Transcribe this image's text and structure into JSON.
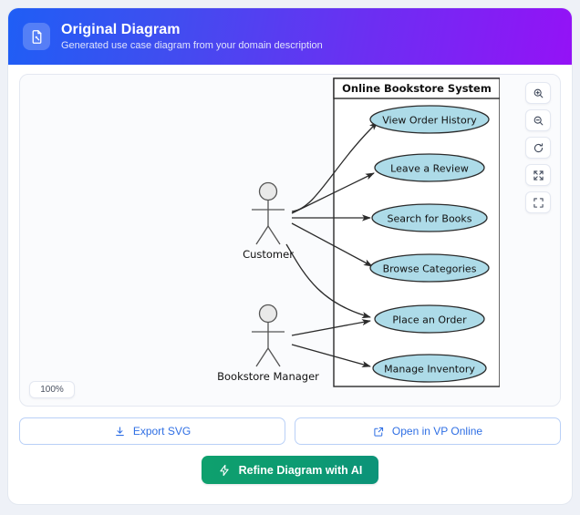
{
  "header": {
    "title": "Original Diagram",
    "subtitle": "Generated use case diagram from your domain description",
    "icon": "document-diagram-icon",
    "gradient_from": "#1f5ef5",
    "gradient_to": "#9412f6"
  },
  "canvas": {
    "zoom_label": "100%",
    "toolbar": [
      {
        "name": "zoom-in-icon",
        "label": "Zoom In"
      },
      {
        "name": "zoom-out-icon",
        "label": "Zoom Out"
      },
      {
        "name": "reset-zoom-icon",
        "label": "Reset"
      },
      {
        "name": "fit-to-screen-icon",
        "label": "Fit to Screen"
      },
      {
        "name": "fullscreen-icon",
        "label": "Fullscreen"
      }
    ]
  },
  "diagram": {
    "type": "uml-use-case",
    "system_boundary": "Online Bookstore System",
    "node_fill": "#addbe8",
    "node_stroke": "#2b2b2b",
    "actors": [
      {
        "id": "customer",
        "label": "Customer"
      },
      {
        "id": "manager",
        "label": "Bookstore Manager"
      }
    ],
    "use_cases": [
      {
        "id": "uc1",
        "label": "View Order History"
      },
      {
        "id": "uc2",
        "label": "Leave a Review"
      },
      {
        "id": "uc3",
        "label": "Search for Books"
      },
      {
        "id": "uc4",
        "label": "Browse Categories"
      },
      {
        "id": "uc5",
        "label": "Place an Order"
      },
      {
        "id": "uc6",
        "label": "Manage Inventory"
      }
    ],
    "associations": [
      {
        "from": "customer",
        "to": "uc1"
      },
      {
        "from": "customer",
        "to": "uc2"
      },
      {
        "from": "customer",
        "to": "uc3"
      },
      {
        "from": "customer",
        "to": "uc4"
      },
      {
        "from": "customer",
        "to": "uc5"
      },
      {
        "from": "manager",
        "to": "uc5"
      },
      {
        "from": "manager",
        "to": "uc6"
      }
    ]
  },
  "actions": {
    "export_svg": "Export SVG",
    "open_vp_online": "Open in VP Online",
    "refine": "Refine Diagram with AI",
    "refine_color": "#0d9b72"
  }
}
